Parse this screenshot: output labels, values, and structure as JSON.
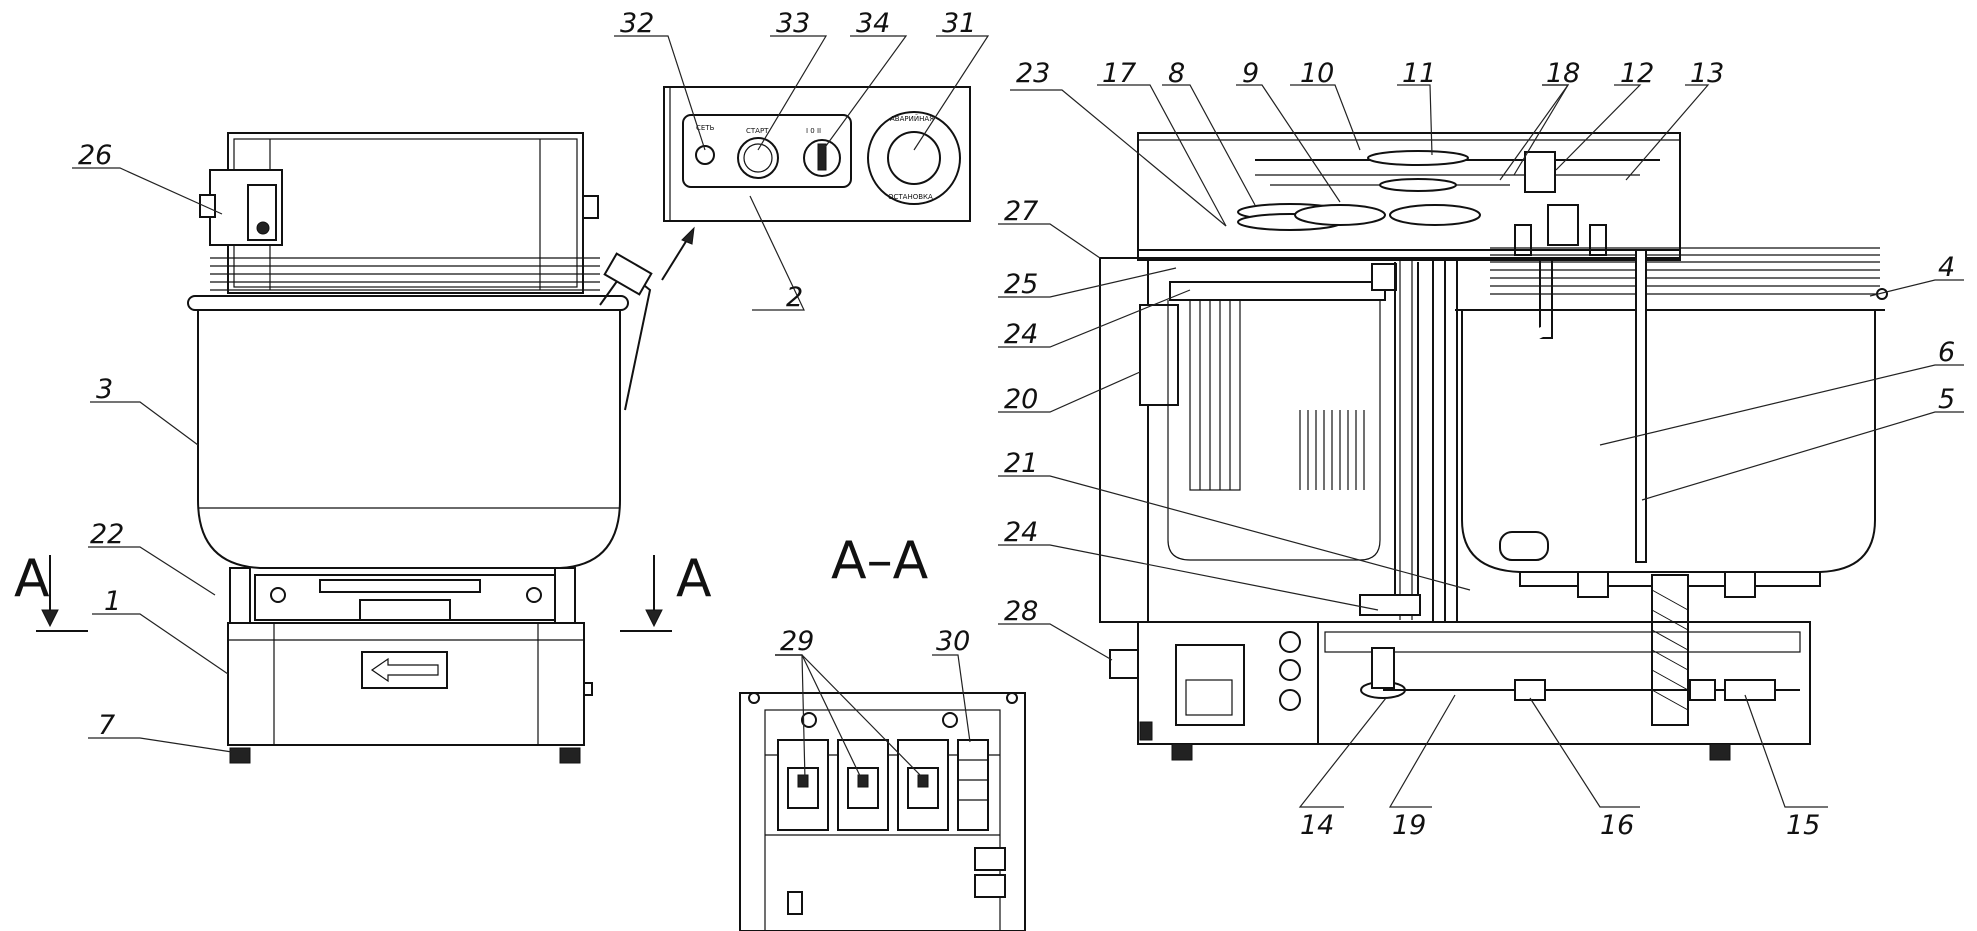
{
  "section": {
    "label_a_left": "A",
    "label_a_right": "A",
    "section_title": "A–A"
  },
  "panel": {
    "set_label": "СЕТЬ",
    "start_label": "СТАРТ",
    "switch_label": "I  0  II",
    "emergency_top": "АВАРИЙНАЯ",
    "emergency_bottom": "ОСТАНОВКА"
  },
  "callouts": {
    "c1": "1",
    "c2": "2",
    "c3": "3",
    "c4": "4",
    "c5": "5",
    "c6": "6",
    "c7": "7",
    "c8": "8",
    "c9": "9",
    "c10": "10",
    "c11": "11",
    "c12": "12",
    "c13": "13",
    "c14": "14",
    "c15": "15",
    "c16": "16",
    "c17": "17",
    "c18": "18",
    "c19": "19",
    "c20": "20",
    "c21": "21",
    "c22": "22",
    "c23": "23",
    "c24a": "24",
    "c24b": "24",
    "c25": "25",
    "c26": "26",
    "c27": "27",
    "c28": "28",
    "c29": "29",
    "c30": "30",
    "c31": "31",
    "c32": "32",
    "c33": "33",
    "c34": "34"
  }
}
